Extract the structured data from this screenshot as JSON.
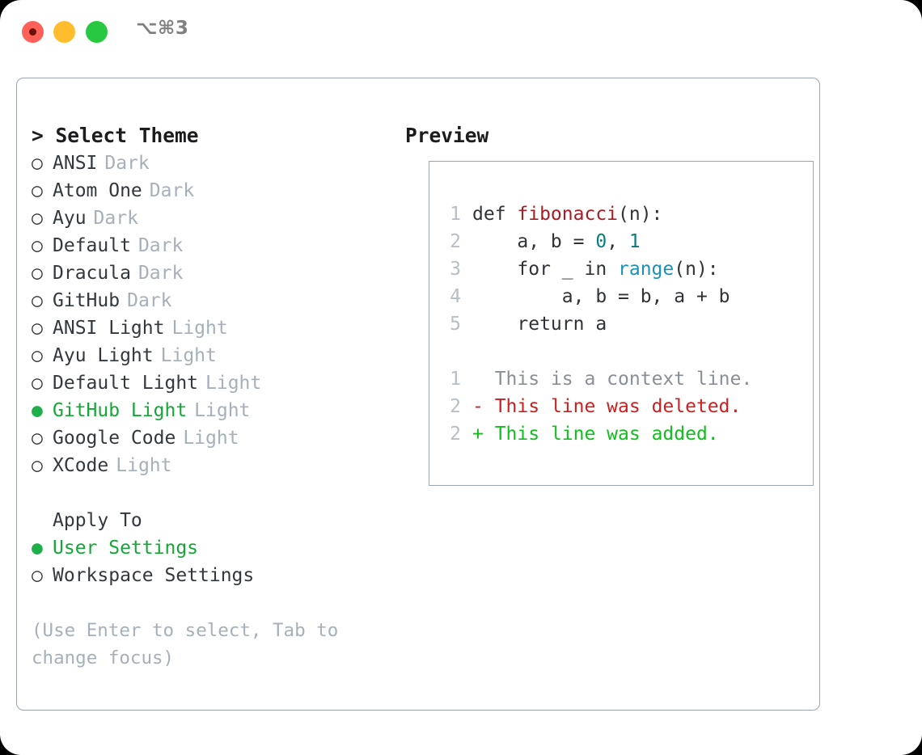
{
  "window": {
    "shortcut_label": "⌥⌘3",
    "traffic_lights": {
      "close_label": "close",
      "minimize_label": "minimize",
      "maximize_label": "maximize"
    }
  },
  "theme_panel": {
    "title": "> Select Theme",
    "options": [
      {
        "bullet": "○",
        "name": "ANSI",
        "variant": "Dark",
        "selected": false
      },
      {
        "bullet": "○",
        "name": "Atom One",
        "variant": "Dark",
        "selected": false
      },
      {
        "bullet": "○",
        "name": "Ayu",
        "variant": "Dark",
        "selected": false
      },
      {
        "bullet": "○",
        "name": "Default",
        "variant": "Dark",
        "selected": false
      },
      {
        "bullet": "○",
        "name": "Dracula",
        "variant": "Dark",
        "selected": false
      },
      {
        "bullet": "○",
        "name": "GitHub",
        "variant": "Dark",
        "selected": false
      },
      {
        "bullet": "○",
        "name": "ANSI Light",
        "variant": "Light",
        "selected": false
      },
      {
        "bullet": "○",
        "name": "Ayu Light",
        "variant": "Light",
        "selected": false
      },
      {
        "bullet": "○",
        "name": "Default Light",
        "variant": "Light",
        "selected": false
      },
      {
        "bullet": "●",
        "name": "GitHub Light",
        "variant": "Light",
        "selected": true
      },
      {
        "bullet": "○",
        "name": "Google Code",
        "variant": "Light",
        "selected": false
      },
      {
        "bullet": "○",
        "name": "XCode",
        "variant": "Light",
        "selected": false
      }
    ],
    "apply_to": {
      "label": "Apply To",
      "options": [
        {
          "bullet": "●",
          "name": "User Settings",
          "selected": true
        },
        {
          "bullet": "○",
          "name": "Workspace Settings",
          "selected": false
        }
      ]
    },
    "hint": "(Use Enter to select, Tab to change focus)"
  },
  "preview_panel": {
    "title": "Preview",
    "code_lines": [
      {
        "gutter": "1",
        "tokens": [
          {
            "text": "def ",
            "type": "plain"
          },
          {
            "text": "fibonacci",
            "type": "func"
          },
          {
            "text": "(n):",
            "type": "plain"
          }
        ]
      },
      {
        "gutter": "2",
        "tokens": [
          {
            "text": "    a, b = ",
            "type": "plain"
          },
          {
            "text": "0",
            "type": "num"
          },
          {
            "text": ", ",
            "type": "plain"
          },
          {
            "text": "1",
            "type": "num"
          }
        ]
      },
      {
        "gutter": "3",
        "tokens": [
          {
            "text": "    for _ in ",
            "type": "plain"
          },
          {
            "text": "range",
            "type": "call"
          },
          {
            "text": "(n):",
            "type": "plain"
          }
        ]
      },
      {
        "gutter": "4",
        "tokens": [
          {
            "text": "        a, b = b, a + b",
            "type": "plain"
          }
        ]
      },
      {
        "gutter": "5",
        "tokens": [
          {
            "text": "    return a",
            "type": "plain"
          }
        ]
      }
    ],
    "diff_lines": [
      {
        "gutter": "1",
        "marker": "  ",
        "text": "This is a context line.",
        "kind": "ctx"
      },
      {
        "gutter": "2",
        "marker": "- ",
        "text": "This line was deleted.",
        "kind": "del"
      },
      {
        "gutter": "2",
        "marker": "+ ",
        "text": "This line was added.",
        "kind": "add"
      }
    ]
  },
  "colors": {
    "accent_green": "#16a637",
    "muted": "#a6b0bb",
    "border": "#9aa5b1",
    "syntax_function": "#a61d24",
    "syntax_number": "#0b7c7c",
    "syntax_call": "#1a92b8",
    "diff_added": "#12bd1e",
    "diff_deleted": "#cb2020",
    "diff_context": "#8a8f96"
  }
}
